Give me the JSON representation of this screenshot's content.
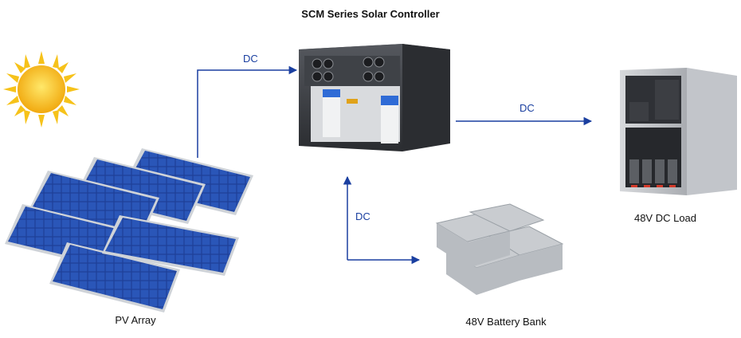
{
  "title": "SCM Series Solar Controller",
  "labels": {
    "pv_array": "PV Array",
    "battery_bank": "48V Battery Bank",
    "dc_load": "48V DC Load"
  },
  "connections": {
    "pv_to_controller": "DC",
    "controller_to_load": "DC",
    "controller_battery": "DC"
  },
  "colors": {
    "arrow": "#1a3fa0",
    "panel": "#1f3c8c",
    "frame": "#c8ccd2",
    "sun": "#f6c21a",
    "rack": "#3a3d42",
    "battery": "#cfd2d5"
  },
  "icons": [
    "sun-icon",
    "solar-panel-icon",
    "controller-rack-icon",
    "battery-icon",
    "server-load-icon"
  ]
}
